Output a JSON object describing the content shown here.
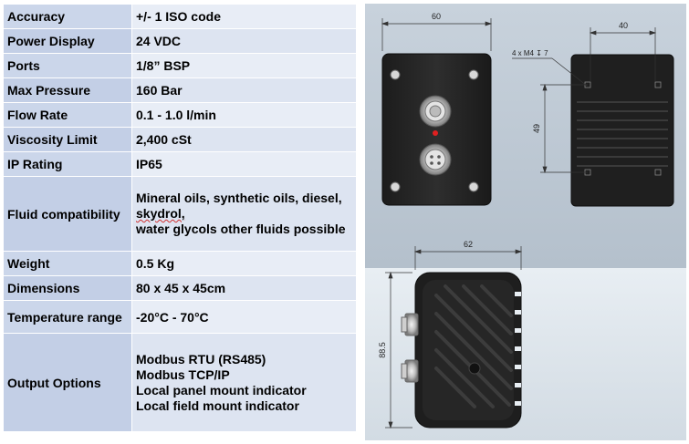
{
  "specs": [
    {
      "label": "Accuracy",
      "value": "+/- 1 ISO code"
    },
    {
      "label": "Power Display",
      "value": "24 VDC"
    },
    {
      "label": "Ports",
      "value": "1/8” BSP"
    },
    {
      "label": "Max Pressure",
      "value": "160 Bar"
    },
    {
      "label": "Flow Rate",
      "value": "0.1 - 1.0 l/min"
    },
    {
      "label": "Viscosity Limit",
      "value": "2,400 cSt"
    },
    {
      "label": "IP Rating",
      "value": "IP65"
    },
    {
      "label": "Fluid compatibility",
      "value_lines": [
        "Mineral oils, synthetic oils, diesel,",
        "skydrol,",
        "water glycols other fluids possible"
      ]
    },
    {
      "label": "Weight",
      "value": "0.5 Kg"
    },
    {
      "label": "Dimensions",
      "value": "80 x 45 x 45cm"
    },
    {
      "label": "Temperature range",
      "value": " -20°C - 70°C"
    },
    {
      "label": "Output Options",
      "value_lines": [
        "Modbus RTU (RS485)",
        "Modbus TCP/IP",
        "Local panel mount indicator",
        "Local field mount indicator"
      ]
    }
  ],
  "drawing": {
    "dim_front_width": "60",
    "dim_side_width": "40",
    "dim_side_height": "49",
    "hole_callout": "4 x M4 ↧ 7",
    "dim_bottom_width": "62",
    "dim_bottom_height": "88.5"
  }
}
